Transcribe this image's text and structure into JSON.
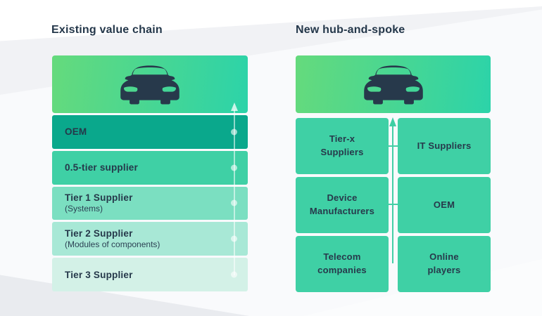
{
  "left_panel": {
    "title": "Existing value chain",
    "car_icon": "car-front-icon",
    "flow_arrow": "up-arrow-icon",
    "rows": [
      {
        "label": "OEM",
        "bg": "#0aa88c"
      },
      {
        "label": "0.5-tier supplier",
        "bg": "#3fd0a5"
      },
      {
        "label": "Tier 1 Supplier",
        "caption": "(Systems)",
        "bg": "#7bdfc1"
      },
      {
        "label": "Tier 2 Supplier",
        "caption": "(Modules of components)",
        "bg": "#a8e8d6"
      },
      {
        "label": "Tier 3 Supplier",
        "bg": "#d3f1e7"
      }
    ]
  },
  "right_panel": {
    "title": "New hub-and-spoke",
    "car_icon": "car-front-icon",
    "hub_arrow": "up-arrow-icon",
    "cells": [
      {
        "line1": "Tier-x",
        "line2": "Suppliers"
      },
      {
        "line1": "IT Suppliers"
      },
      {
        "line1": "Device",
        "line2": "Manufacturers"
      },
      {
        "line1": "OEM"
      },
      {
        "line1": "Telecom",
        "line2": "companies"
      },
      {
        "line1": "Online",
        "line2": "players"
      }
    ]
  },
  "colors": {
    "title_text": "#24374a",
    "label_text": "#25384a",
    "car_icon_fill": "#27394b",
    "car_box_gradient_start": "#65da7c",
    "car_box_gradient_end": "#2cd3a9",
    "hub_cell_bg": "#3fd0a5",
    "hub_line": "#44cfa6",
    "chain_line": "rgba(255,255,255,0.55)"
  }
}
